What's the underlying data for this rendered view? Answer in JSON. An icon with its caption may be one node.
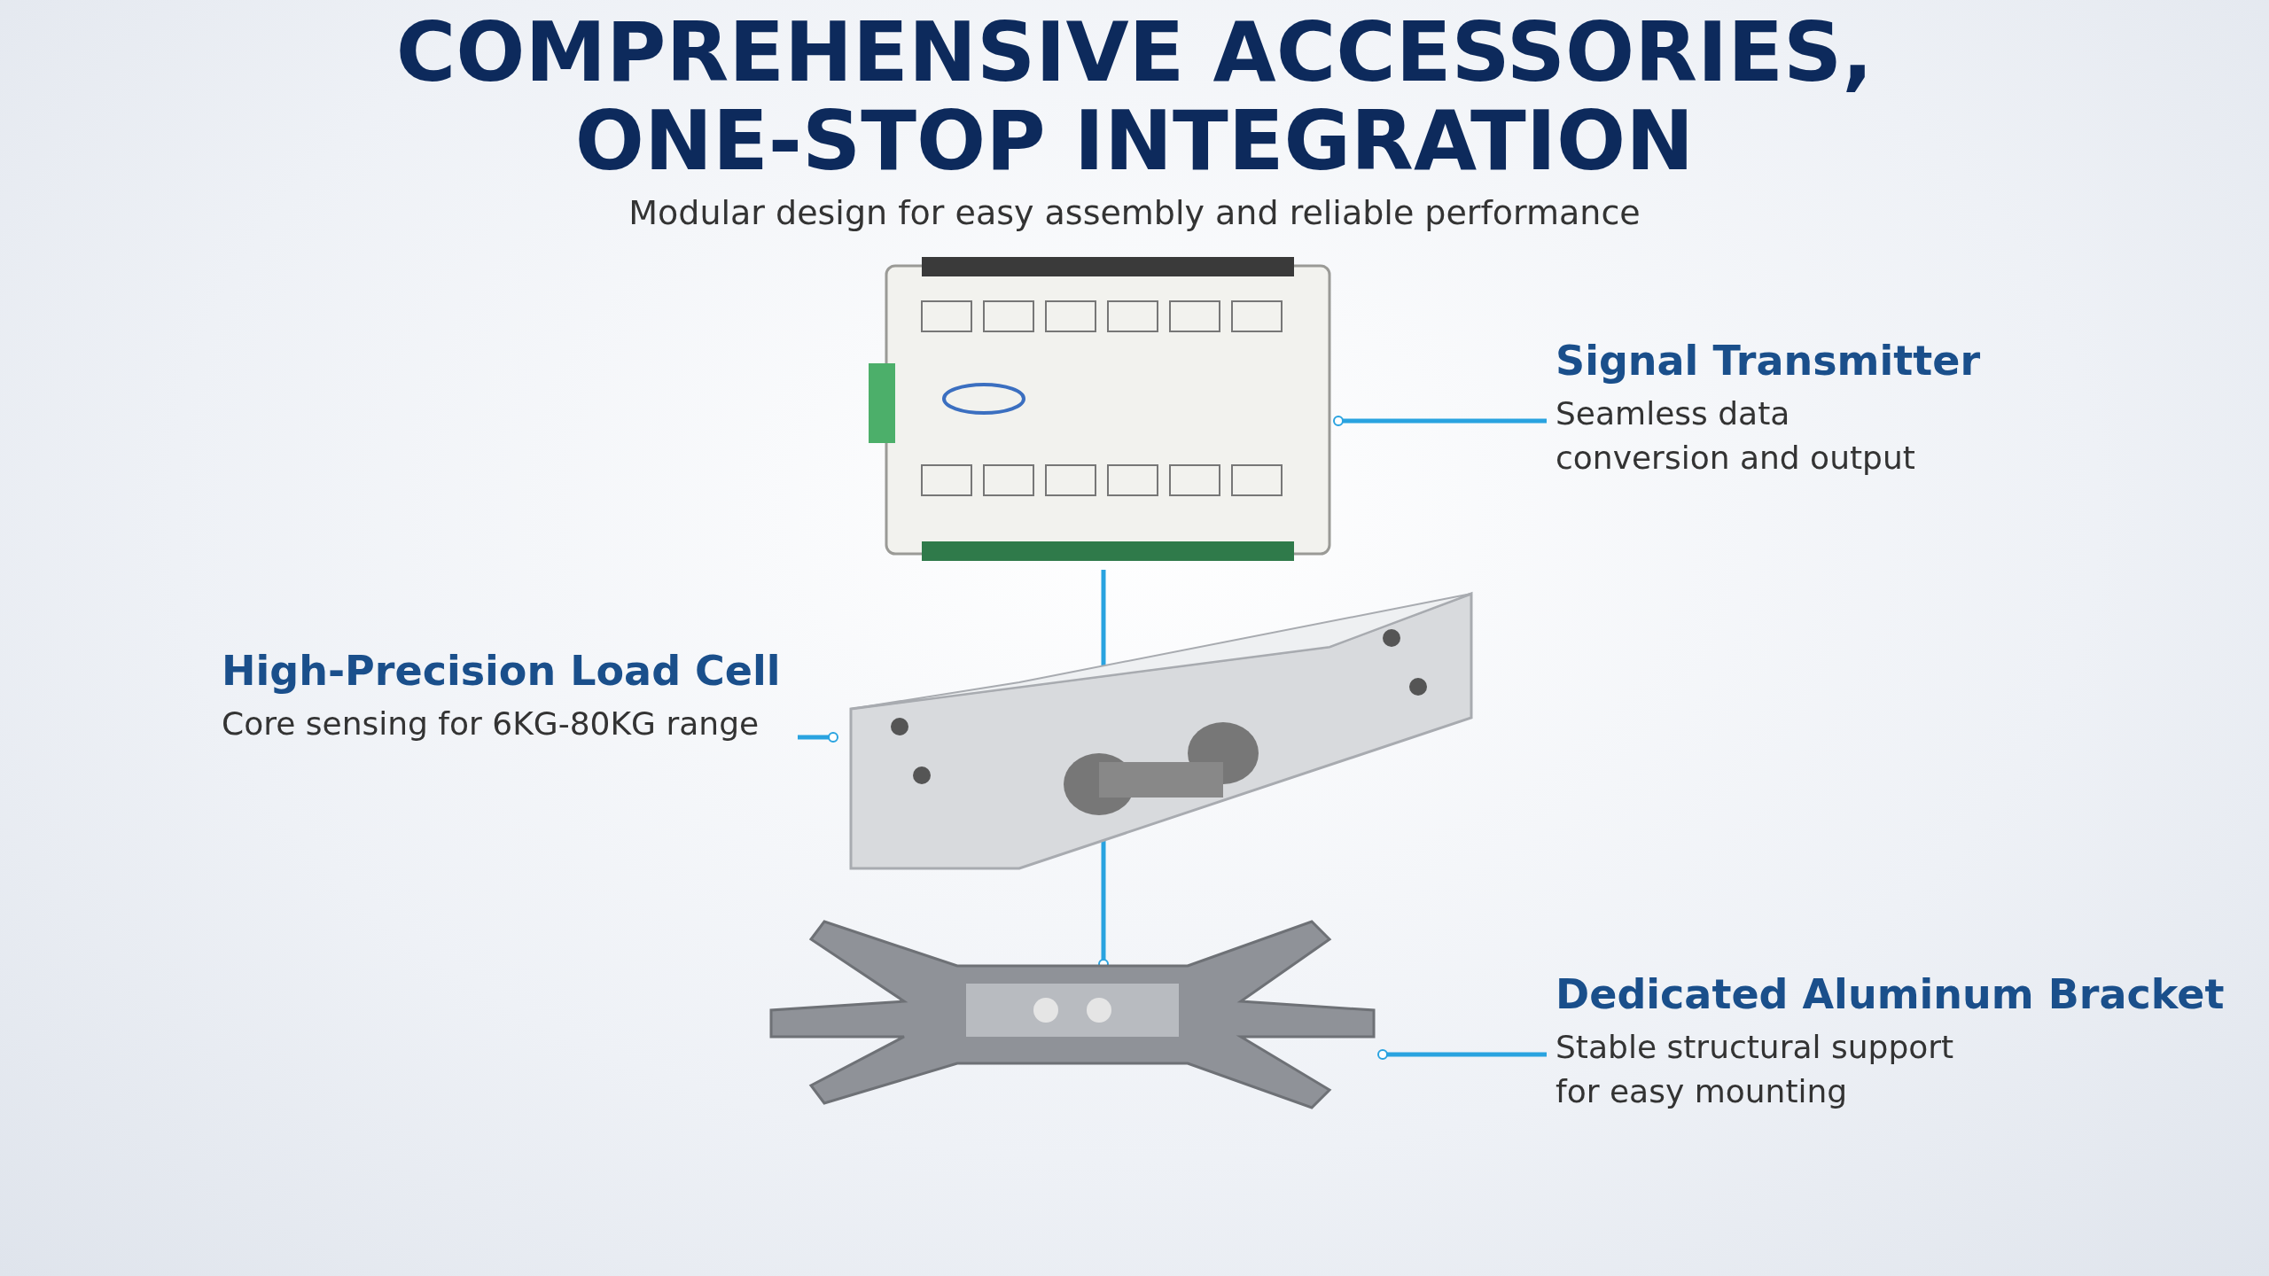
{
  "diagram": {
    "title": "COMPREHENSIVE ACCESSORIES, ONE-STOP INTEGRATION",
    "nodes": [
      {
        "text": [
          "Signal Transmitter",
          "Seamless data conversion and output"
        ]
      },
      {
        "text": [],
        "shape": "picture"
      },
      {
        "text": [
          "High-Precision Load Cell",
          "Core sensing for 6KG-80KG range"
        ]
      },
      {
        "text": [],
        "shape": "picture"
      },
      {
        "text": [
          "Dedicated Aluminum Bracket",
          "Stable structural support for easy mounting"
        ]
      },
      {
        "text": [],
        "shape": "picture"
      }
    ],
    "edges": [
      {
        "from": 0,
        "to": 1,
        "arrow": "other"
      },
      {
        "from": 2,
        "to": 3,
        "arrow": "other"
      },
      {
        "from": 1,
        "to": 3,
        "arrow": "other"
      },
      {
        "from": 3,
        "to": 5,
        "arrow": "other"
      },
      {
        "from": 4,
        "to": 5,
        "arrow": "other"
      }
    ],
    "labels": [
      "Modular design for easy assembly and reliable performance"
    ]
  }
}
